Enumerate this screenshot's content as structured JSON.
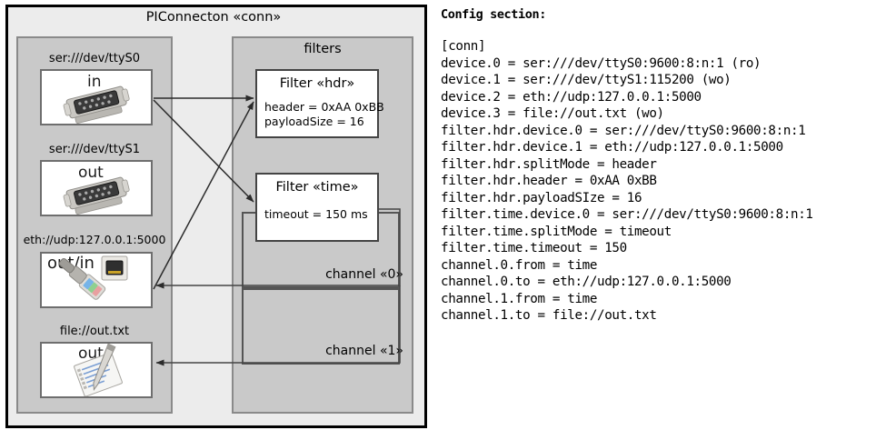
{
  "diagram": {
    "title": "PIConnecton «conn»",
    "filters_panel_title": "filters",
    "devices": [
      {
        "caption": "ser:///dev/ttyS0",
        "io": "in",
        "icon": "serial-port-icon"
      },
      {
        "caption": "ser:///dev/ttyS1",
        "io": "out",
        "icon": "serial-port-icon"
      },
      {
        "caption": "eth://udp:127.0.0.1:5000",
        "io": "out/in",
        "icon": "ethernet-plug-icon"
      },
      {
        "caption": "file://out.txt",
        "io": "out",
        "icon": "text-file-icon"
      }
    ],
    "filters": [
      {
        "title": "Filter «hdr»",
        "props": [
          "header = 0xAA 0xBB",
          "payloadSize = 16"
        ]
      },
      {
        "title": "Filter «time»",
        "props": [
          "timeout = 150 ms"
        ]
      }
    ],
    "channels": [
      {
        "label": "channel «0»"
      },
      {
        "label": "channel «1»"
      }
    ]
  },
  "config": {
    "heading": "Config section:",
    "lines": [
      "[conn]",
      "device.0 = ser:///dev/ttyS0:9600:8:n:1 (ro)",
      "device.1 = ser:///dev/ttyS1:115200 (wo)",
      "device.2 = eth://udp:127.0.0.1:5000",
      "device.3 = file://out.txt (wo)",
      "filter.hdr.device.0 = ser:///dev/ttyS0:9600:8:n:1",
      "filter.hdr.device.1 = eth://udp:127.0.0.1:5000",
      "filter.hdr.splitMode = header",
      "filter.hdr.header = 0xAA 0xBB",
      "filter.hdr.payloadSIze = 16",
      "filter.time.device.0 = ser:///dev/ttyS0:9600:8:n:1",
      "filter.time.splitMode = timeout",
      "filter.time.timeout = 150",
      "channel.0.from = time",
      "channel.0.to = eth://udp:127.0.0.1:5000",
      "channel.1.from = time",
      "channel.1.to = file://out.txt"
    ]
  },
  "colors": {
    "panel_fill": "#c9c9c9",
    "outer_fill": "#ececec",
    "card_fill": "#ffffff",
    "line": "#333333"
  }
}
